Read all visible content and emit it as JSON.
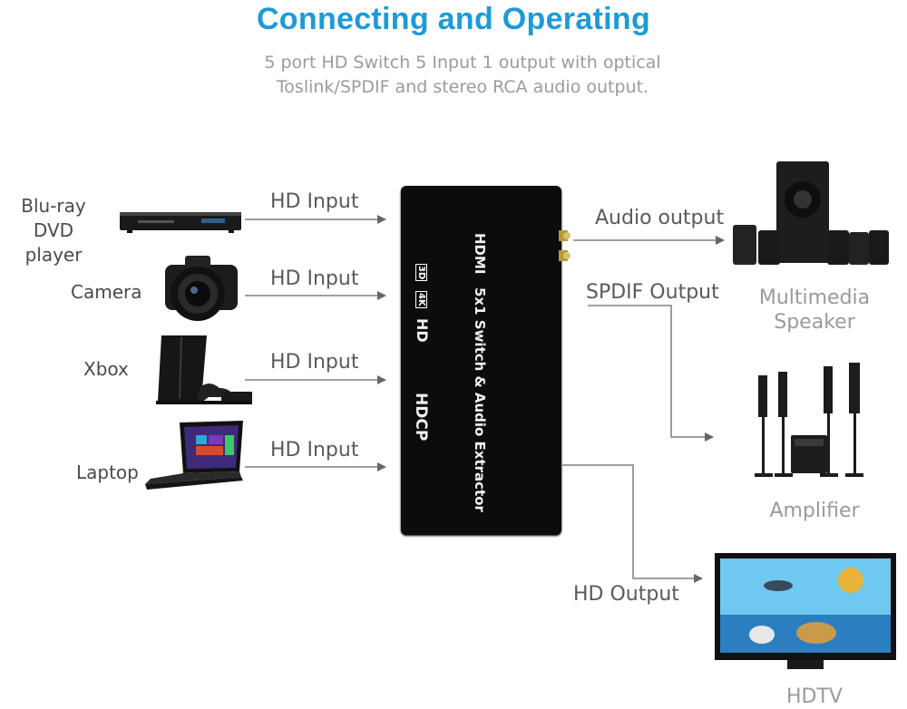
{
  "title": "Connecting and Operating",
  "subtitle": {
    "line1": "5 port HD Switch 5 Input 1 output with optical",
    "line2": "Toslink/SPDIF and stereo RCA audio output."
  },
  "sources": {
    "bluray": {
      "line1": "Blu-ray",
      "line2": "DVD player"
    },
    "camera": "Camera",
    "xbox": "Xbox",
    "laptop": "Laptop"
  },
  "input_label": "HD Input",
  "device": {
    "line1": "HDMI",
    "line2": "5x1 Switch & Audio Extractor",
    "badge_3d": "3D",
    "badge_4k": "4K",
    "badge_hd": "HD",
    "hdcp": "HDCP"
  },
  "outputs": {
    "audio_output": "Audio output",
    "spdif_output": "SPDIF Output",
    "hd_output": "HD Output"
  },
  "destinations": {
    "speaker": {
      "line1": "Multimedia",
      "line2": "Speaker"
    },
    "amplifier": "Amplifier",
    "hdtv": "HDTV"
  },
  "colors": {
    "title": "#1b9bd7",
    "subtitle": "#9b9b9b",
    "wire": "#666666",
    "device_body": "#0c0c0c"
  }
}
